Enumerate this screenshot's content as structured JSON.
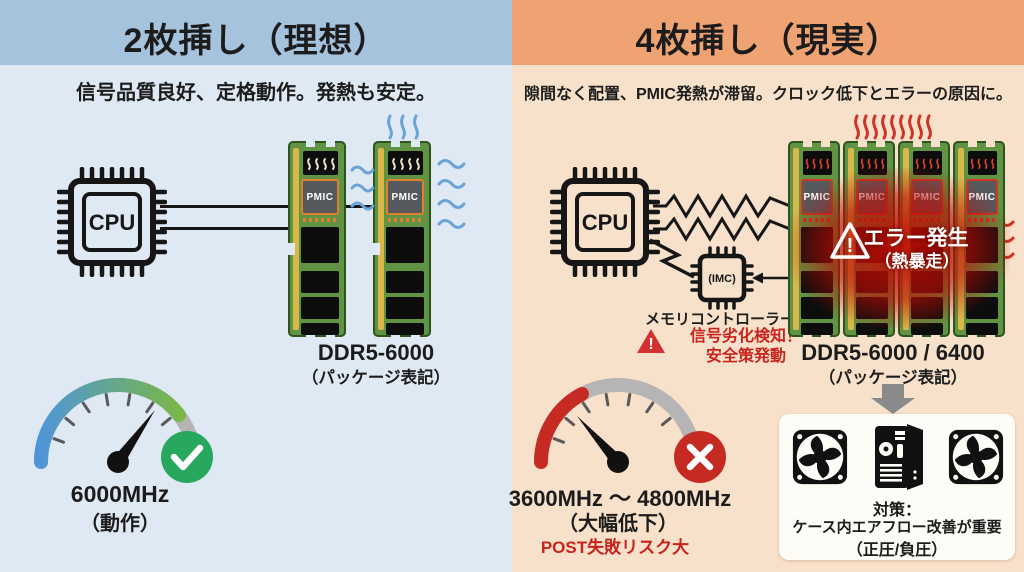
{
  "left": {
    "title": "2枚挿し（理想）",
    "subtitle": "信号品質良好、定格動作。発熱も安定。",
    "cpu_label": "CPU",
    "pmic_label": "PMIC",
    "module_label": "DDR5-6000",
    "module_sublabel": "（パッケージ表記）",
    "speed_value": "6000MHz",
    "speed_note": "（動作）"
  },
  "right": {
    "title": "4枚挿し（現実）",
    "subtitle": "隙間なく配置、PMIC発熱が滞留。クロック低下とエラーの原因に。",
    "cpu_label": "CPU",
    "imc_label": "(IMC)",
    "imc_caption": "メモリコントローラー",
    "warning_mark": "!",
    "alert_line1": "信号劣化検知！",
    "alert_line2": "安全策発動",
    "error_mark": "!",
    "error_line1": "エラー発生",
    "error_line2": "（熱暴走）",
    "pmic_label": "PMIC",
    "module_label": "DDR5-6000 / 6400",
    "module_sublabel": "（パッケージ表記）",
    "speed_value": "3600MHz ～ 4800MHz",
    "speed_note": "（大幅低下）",
    "risk_note": "POST失敗リスク大",
    "remedy_line1": "対策：",
    "remedy_line2": "ケース内エアフロー改善が重要",
    "remedy_line3": "（正圧/負圧）"
  },
  "colors": {
    "left_header": "#a6c3dd",
    "left_body": "#dfe9f3",
    "right_header": "#f0a372",
    "right_body": "#f8e1ca",
    "pcb_green": "#609343",
    "gold_edge": "#d9b84a",
    "pmic_border_ok": "#e0802c",
    "pmic_border_hot": "#d13524",
    "cool_blue": "#6aa3d8",
    "heat_red": "#d03226",
    "alert_red": "#c8231c",
    "gauge_blue": "#4f96d8",
    "gauge_green": "#7ab648",
    "gauge_gray": "#b5b5b5",
    "ok_green": "#27a85e",
    "fail_red": "#c62b23"
  }
}
